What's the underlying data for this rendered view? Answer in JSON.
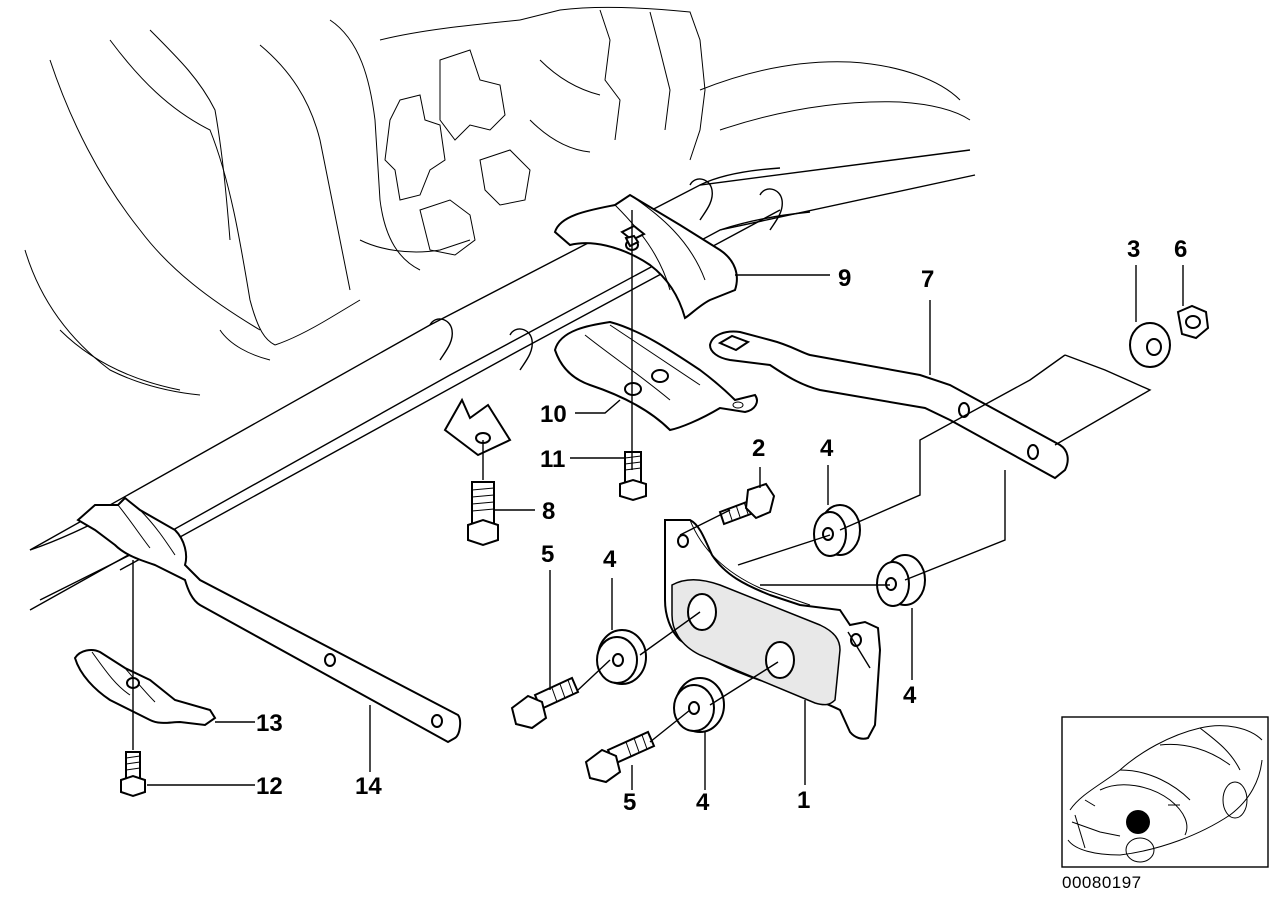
{
  "diagram": {
    "callouts": {
      "c1": "1",
      "c2": "2",
      "c3": "3",
      "c4a": "4",
      "c4b": "4",
      "c4c": "4",
      "c4d": "4",
      "c5a": "5",
      "c5b": "5",
      "c6": "6",
      "c7": "7",
      "c8": "8",
      "c9": "9",
      "c10": "10",
      "c11": "11",
      "c12": "12",
      "c13": "13",
      "c14": "14"
    },
    "document_number": "00080197"
  },
  "thumbnail": {
    "icon": "car-location-thumbnail-icon",
    "marker": "location-marker-dot"
  }
}
